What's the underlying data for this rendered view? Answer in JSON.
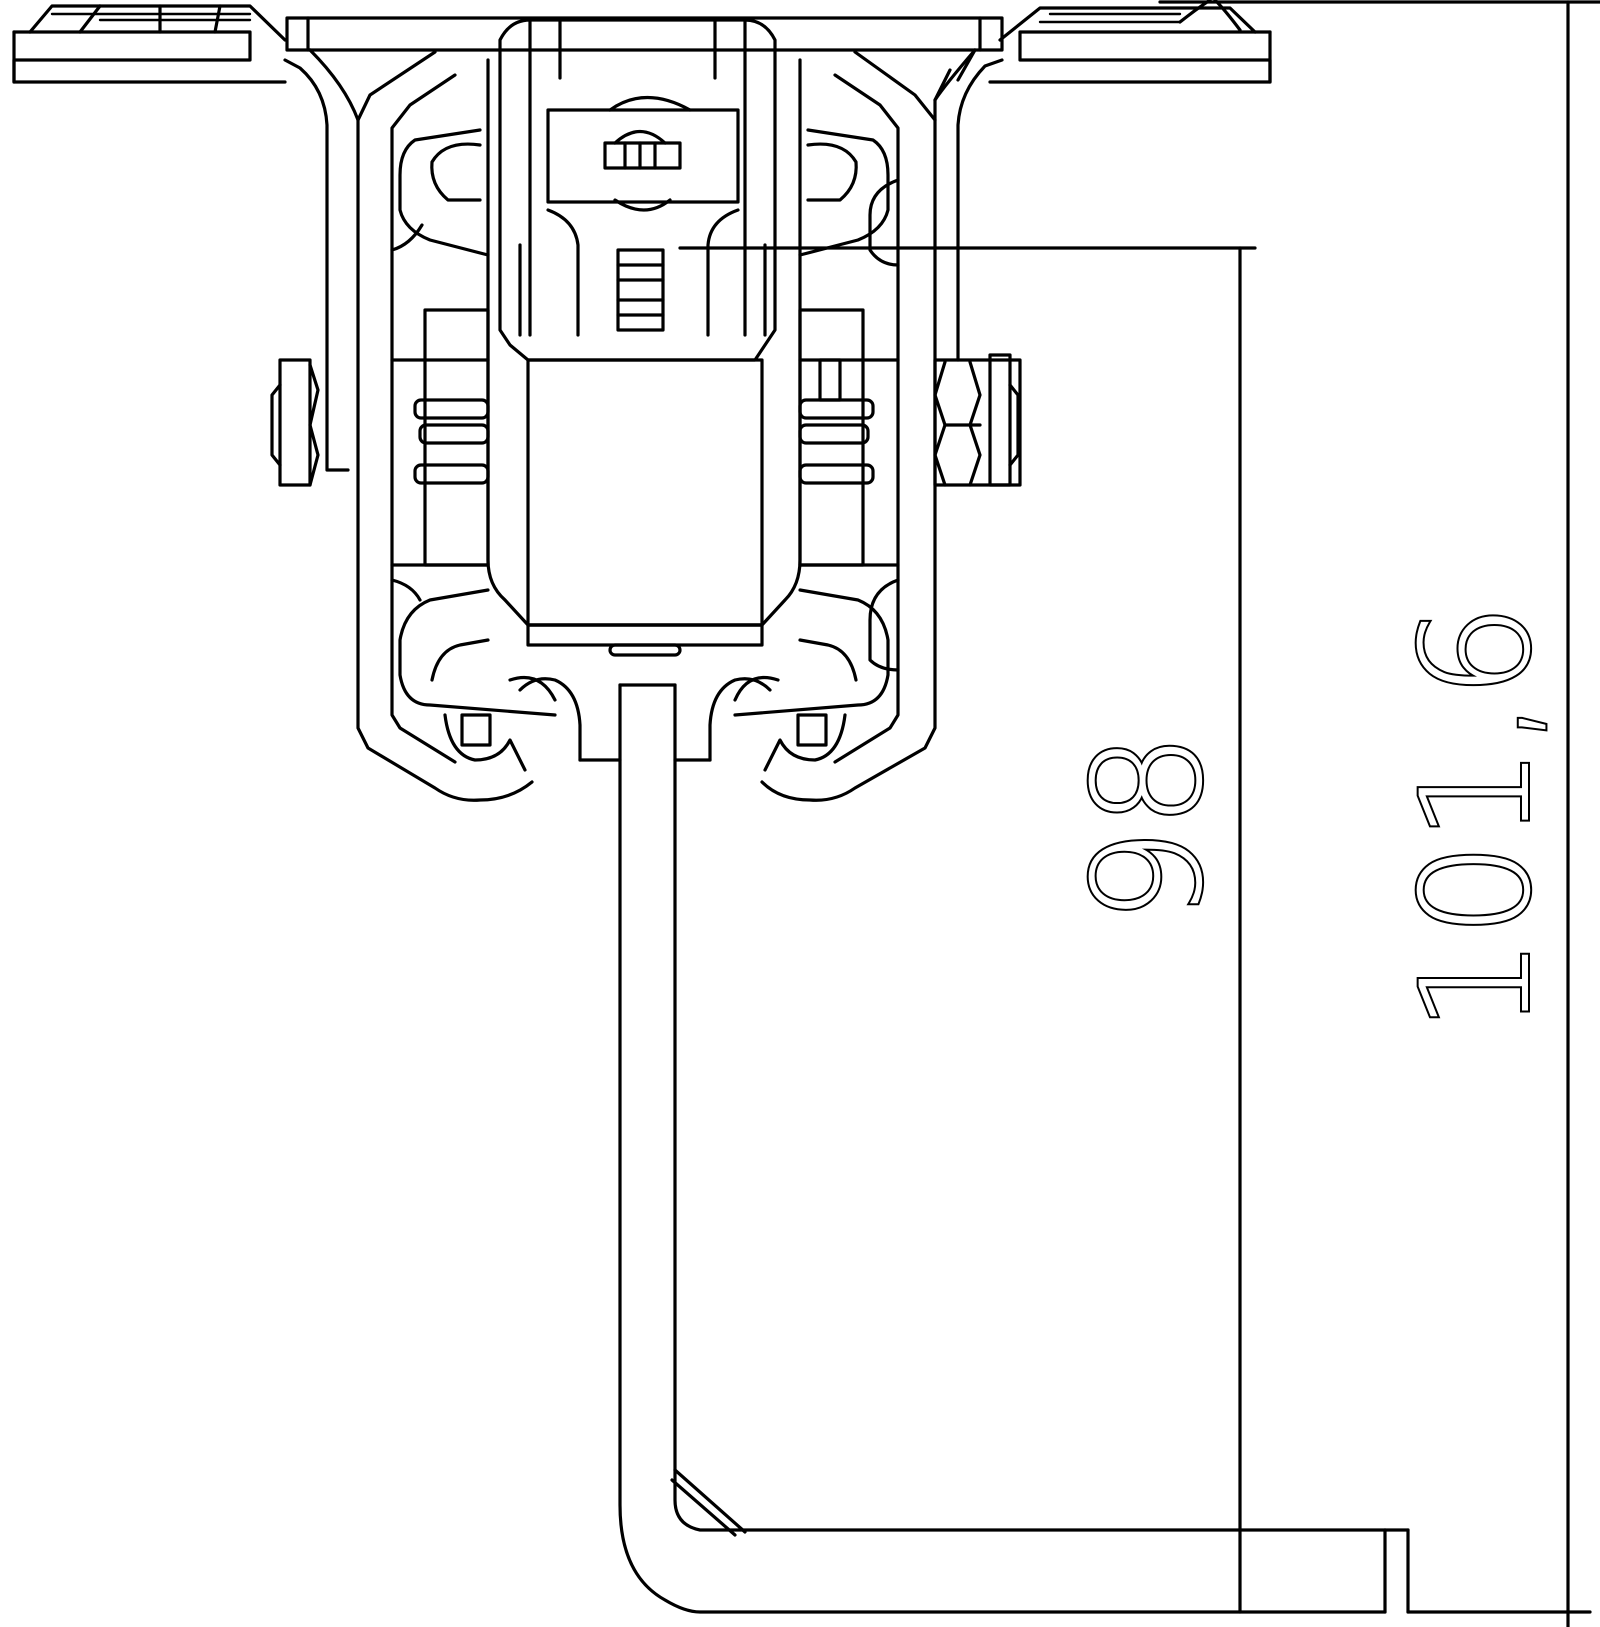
{
  "drawing": {
    "dimensions": [
      {
        "id": "inner-height",
        "value": "98"
      },
      {
        "id": "overall-height",
        "value": "101,6"
      }
    ]
  }
}
